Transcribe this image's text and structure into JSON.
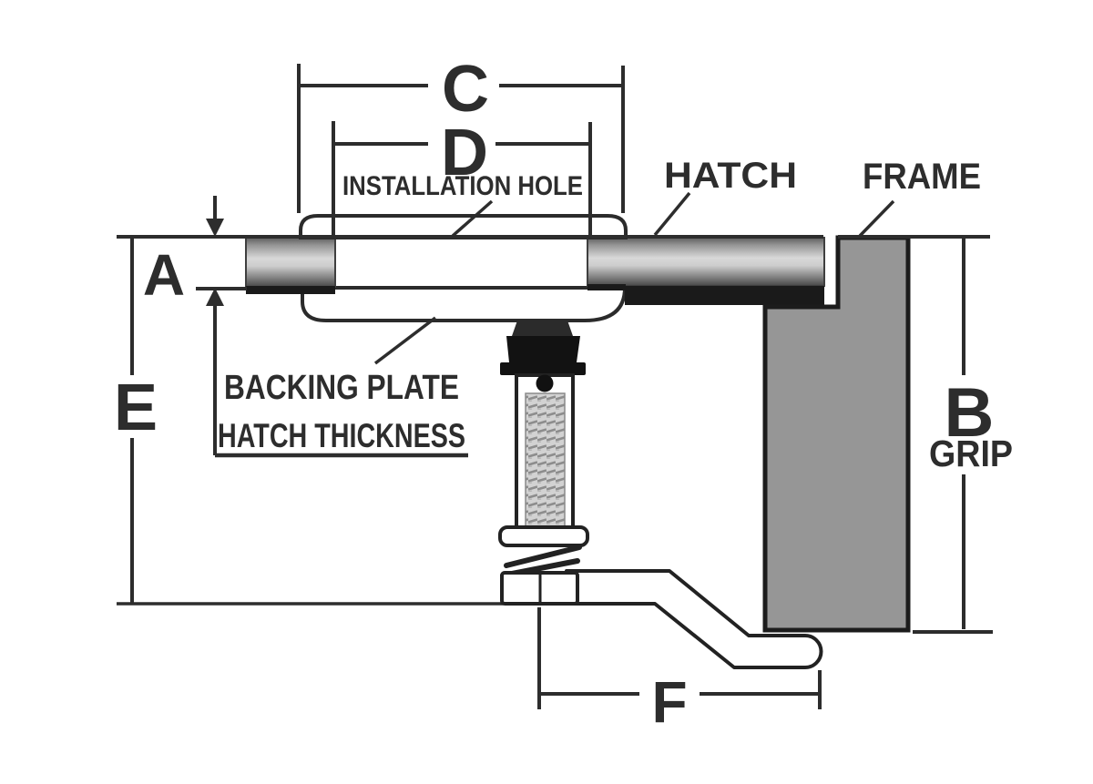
{
  "diagram": {
    "dim_labels": {
      "A": "A",
      "B": "B",
      "C": "C",
      "D": "D",
      "E": "E",
      "F": "F"
    },
    "part_labels": {
      "installation_hole": "INSTALLATION HOLE",
      "hatch": "HATCH",
      "frame": "FRAME",
      "backing_plate": "BACKING PLATE",
      "hatch_thickness": "HATCH THICKNESS",
      "grip": "GRIP"
    },
    "colors": {
      "line": "#2d2d2d",
      "metal_highlight": "#d8d8d8",
      "metal_shadow": "#4a4a4a",
      "frame_fill": "#969696",
      "hardware_black": "#141414",
      "background": "#ffffff"
    }
  }
}
